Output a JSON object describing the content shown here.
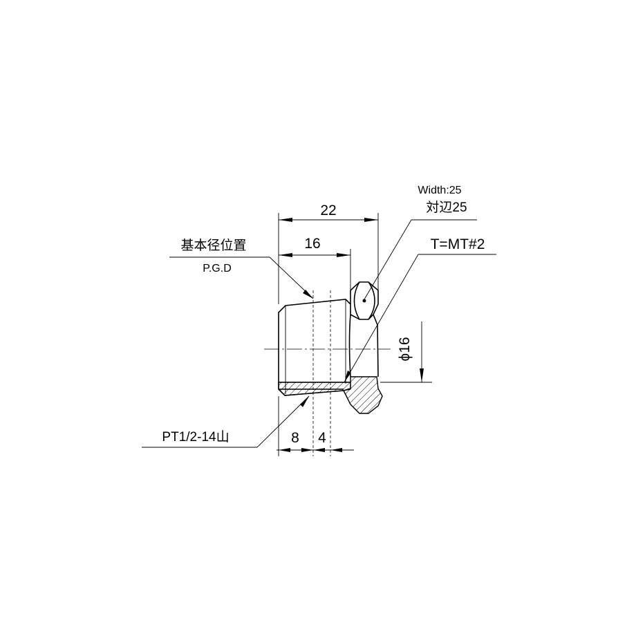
{
  "dimensions": {
    "overall_length": "22",
    "hex_to_face": "16",
    "diameter": "ϕ16",
    "thread_length": "8",
    "bottom_length": "4"
  },
  "notes": {
    "width_label": "Width:25",
    "across_flats": "対辺25",
    "tolerance": "T=MT#2",
    "pgd_jp": "基本径位置",
    "pgd": "P.G.D",
    "thread_spec": "PT1/2-14山"
  }
}
